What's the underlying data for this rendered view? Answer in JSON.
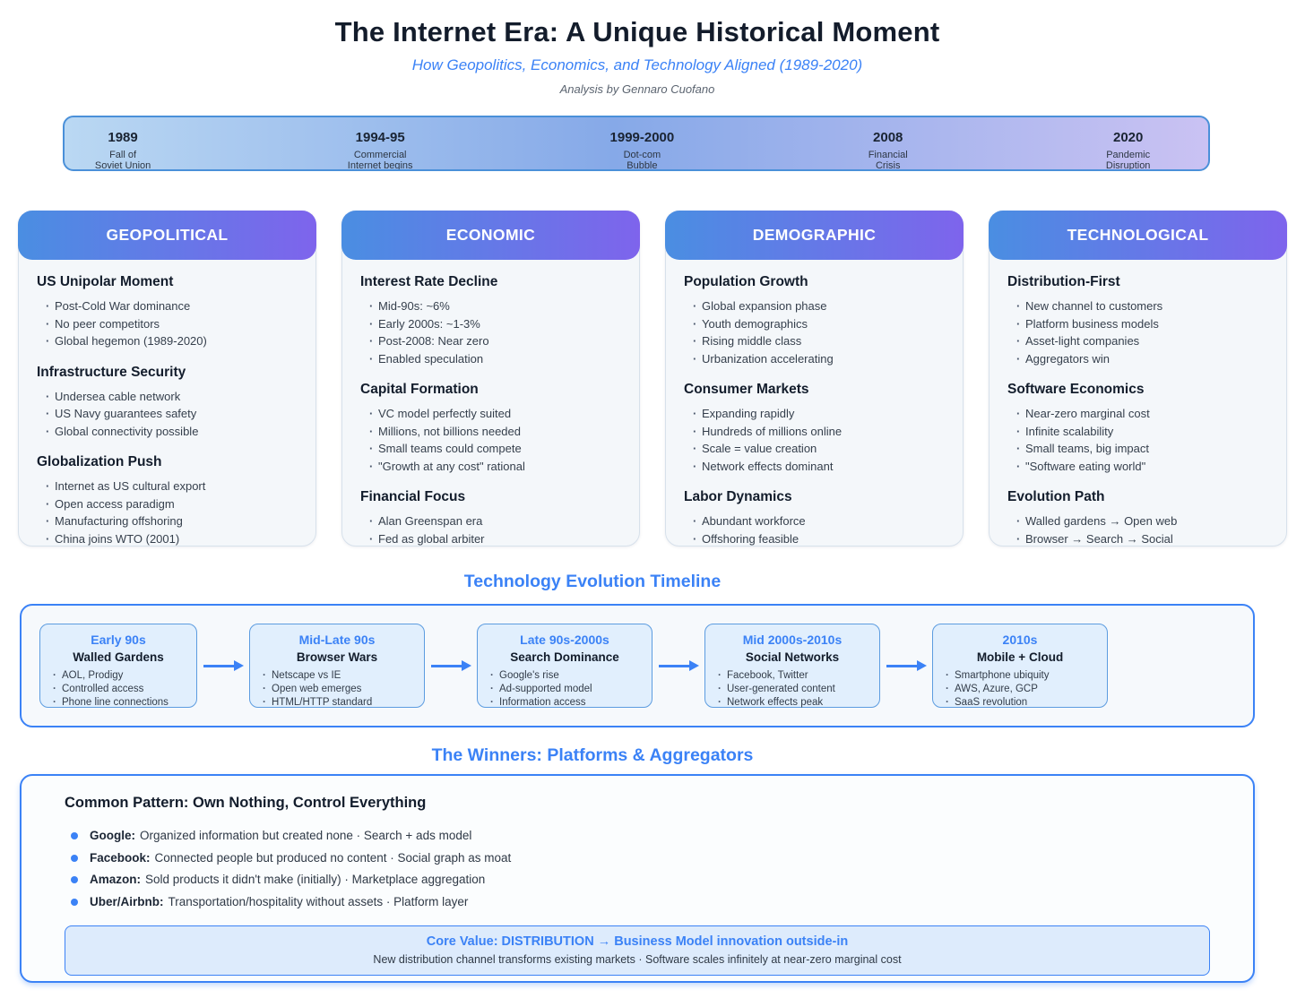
{
  "colors": {
    "accent": "#3b82f6",
    "header_grad_start": "#4a8ee2",
    "header_grad_end": "#7e64ec",
    "bar_grad_left": "#bad8f3",
    "bar_grad_mid": "#86a9e8",
    "bar_grad_right": "#cac2f3",
    "era_box_bg": "#e1effd",
    "era_box_border": "#5c9ce0",
    "core_box_bg": "#ddebfc"
  },
  "header": {
    "title": "The Internet Era: A Unique Historical Moment",
    "subtitle": "How Geopolitics, Economics, and Technology Aligned (1989-2020)",
    "byline": "Analysis by Gennaro Cuofano"
  },
  "timeline_bar": {
    "events": [
      {
        "year": "1989",
        "label": "Fall of\nSoviet Union"
      },
      {
        "year": "1994-95",
        "label": "Commercial\nInternet begins"
      },
      {
        "year": "1999-2000",
        "label": "Dot-com\nBubble"
      },
      {
        "year": "2008",
        "label": "Financial\nCrisis"
      },
      {
        "year": "2020",
        "label": "Pandemic\nDisruption"
      }
    ]
  },
  "pillars": [
    {
      "title": "GEOPOLITICAL",
      "sections": [
        {
          "heading": "US Unipolar Moment",
          "bullets": [
            "Post-Cold War dominance",
            "No peer competitors",
            "Global hegemon (1989-2020)"
          ]
        },
        {
          "heading": "Infrastructure Security",
          "bullets": [
            "Undersea cable network",
            "US Navy guarantees safety",
            "Global connectivity possible"
          ]
        },
        {
          "heading": "Globalization Push",
          "bullets": [
            "Internet as US cultural export",
            "Open access paradigm",
            "Manufacturing offshoring",
            "China joins WTO (2001)"
          ]
        }
      ]
    },
    {
      "title": "ECONOMIC",
      "sections": [
        {
          "heading": "Interest Rate Decline",
          "bullets": [
            "Mid-90s: ~6%",
            "Early 2000s: ~1-3%",
            "Post-2008: Near zero",
            "Enabled speculation"
          ]
        },
        {
          "heading": "Capital Formation",
          "bullets": [
            "VC model perfectly suited",
            "Millions, not billions needed",
            "Small teams could compete",
            "\"Growth at any cost\" rational"
          ]
        },
        {
          "heading": "Financial Focus",
          "bullets": [
            "Alan Greenspan era",
            "Fed as global arbiter"
          ]
        }
      ]
    },
    {
      "title": "DEMOGRAPHIC",
      "sections": [
        {
          "heading": "Population Growth",
          "bullets": [
            "Global expansion phase",
            "Youth demographics",
            "Rising middle class",
            "Urbanization accelerating"
          ]
        },
        {
          "heading": "Consumer Markets",
          "bullets": [
            "Expanding rapidly",
            "Hundreds of millions online",
            "Scale = value creation",
            "Network effects dominant"
          ]
        },
        {
          "heading": "Labor Dynamics",
          "bullets": [
            "Abundant workforce",
            "Offshoring feasible"
          ]
        }
      ]
    },
    {
      "title": "TECHNOLOGICAL",
      "sections": [
        {
          "heading": "Distribution-First",
          "bullets": [
            "New channel to customers",
            "Platform business models",
            "Asset-light companies",
            "Aggregators win"
          ]
        },
        {
          "heading": "Software Economics",
          "bullets": [
            "Near-zero marginal cost",
            "Infinite scalability",
            "Small teams, big impact",
            "\"Software eating world\""
          ]
        },
        {
          "heading": "Evolution Path",
          "bullets": [
            "Walled gardens → Open web",
            "Browser → Search → Social"
          ]
        }
      ]
    }
  ],
  "tech_timeline": {
    "title": "Technology Evolution Timeline",
    "eras": [
      {
        "period": "Early 90s",
        "name": "Walled Gardens",
        "bullets": [
          "AOL, Prodigy",
          "Controlled access",
          "Phone line connections"
        ]
      },
      {
        "period": "Mid-Late 90s",
        "name": "Browser Wars",
        "bullets": [
          "Netscape vs IE",
          "Open web emerges",
          "HTML/HTTP standard"
        ]
      },
      {
        "period": "Late 90s-2000s",
        "name": "Search Dominance",
        "bullets": [
          "Google's rise",
          "Ad-supported model",
          "Information access"
        ]
      },
      {
        "period": "Mid 2000s-2010s",
        "name": "Social Networks",
        "bullets": [
          "Facebook, Twitter",
          "User-generated content",
          "Network effects peak"
        ]
      },
      {
        "period": "2010s",
        "name": "Mobile + Cloud",
        "bullets": [
          "Smartphone ubiquity",
          "AWS, Azure, GCP",
          "SaaS revolution"
        ]
      }
    ]
  },
  "winners": {
    "title": "The Winners: Platforms & Aggregators",
    "heading": "Common Pattern: Own Nothing, Control Everything",
    "items": [
      {
        "label": "Google:",
        "text": "Organized information but created none · Search + ads model"
      },
      {
        "label": "Facebook:",
        "text": "Connected people but produced no content · Social graph as moat"
      },
      {
        "label": "Amazon:",
        "text": "Sold products it didn't make (initially) · Marketplace aggregation"
      },
      {
        "label": "Uber/Airbnb:",
        "text": "Transportation/hospitality without assets · Platform layer"
      }
    ],
    "core_value": {
      "line1": "Core Value: DISTRIBUTION → Business Model innovation outside-in",
      "line2": "New distribution channel transforms existing markets · Software scales infinitely at near-zero marginal cost"
    }
  }
}
